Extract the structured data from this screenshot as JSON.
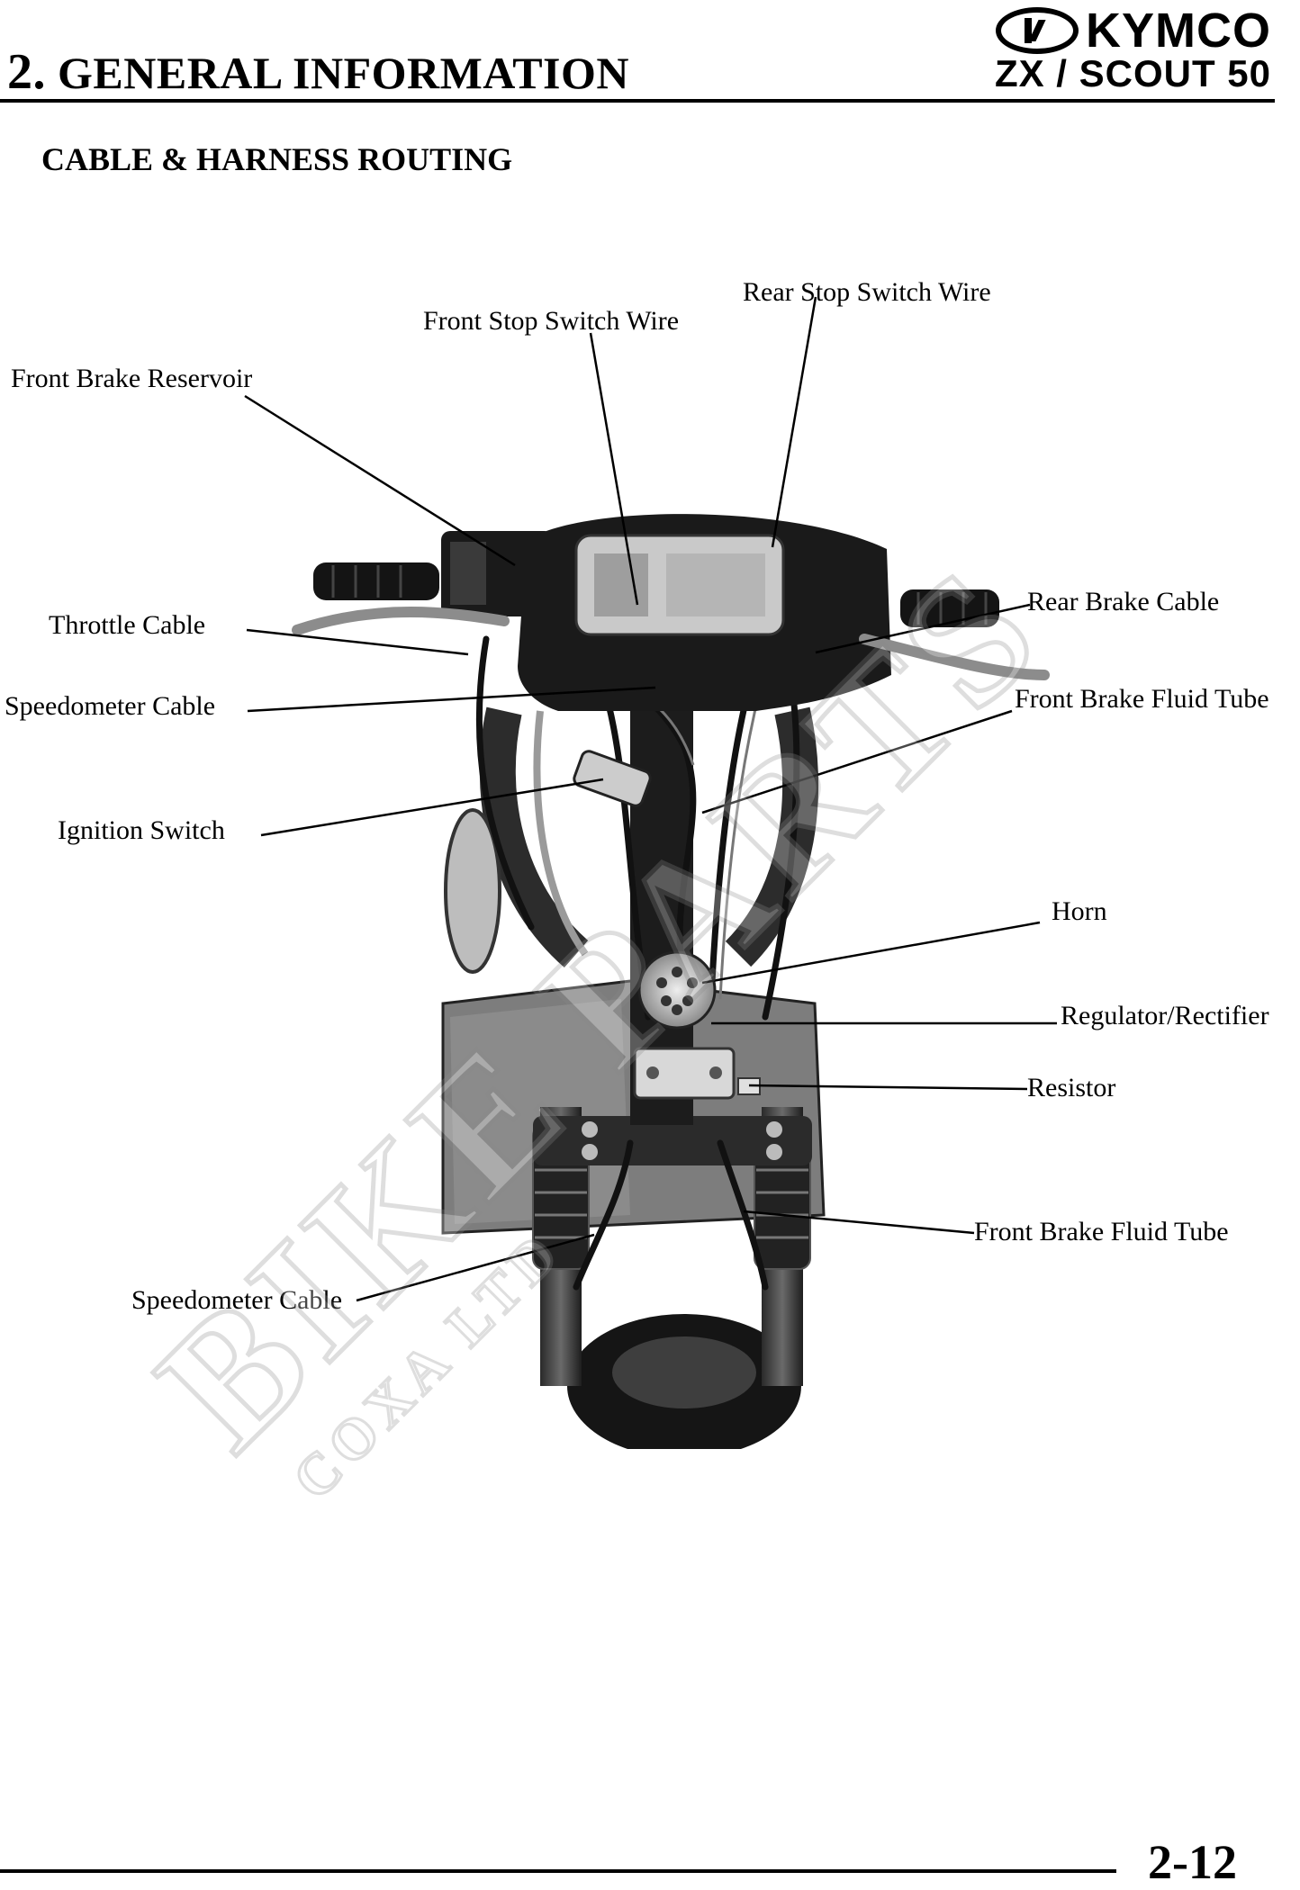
{
  "header": {
    "chapter_number": "2.",
    "chapter_title": "GENERAL INFORMATION",
    "brand": "KYMCO",
    "model": "ZX / SCOUT 50"
  },
  "section": {
    "title": "CABLE & HARNESS ROUTING"
  },
  "figure": {
    "labels": {
      "rear_stop_switch_wire": "Rear Stop Switch Wire",
      "front_stop_switch_wire": "Front Stop Switch Wire",
      "front_brake_reservoir": "Front Brake Reservoir",
      "throttle_cable": "Throttle Cable",
      "speedometer_cable_upper": "Speedometer Cable",
      "ignition_switch": "Ignition Switch",
      "rear_brake_cable": "Rear Brake Cable",
      "front_brake_fluid_tube_upper": "Front Brake Fluid Tube",
      "horn": "Horn",
      "regulator_rectifier": "Regulator/Rectifier",
      "resistor": "Resistor",
      "front_brake_fluid_tube_lower": "Front Brake Fluid Tube",
      "speedometer_cable_lower": "Speedometer Cable"
    }
  },
  "watermark": {
    "main": "BIKE PARTS",
    "sub": "COXA LTD"
  },
  "footer": {
    "page_number": "2-12"
  }
}
